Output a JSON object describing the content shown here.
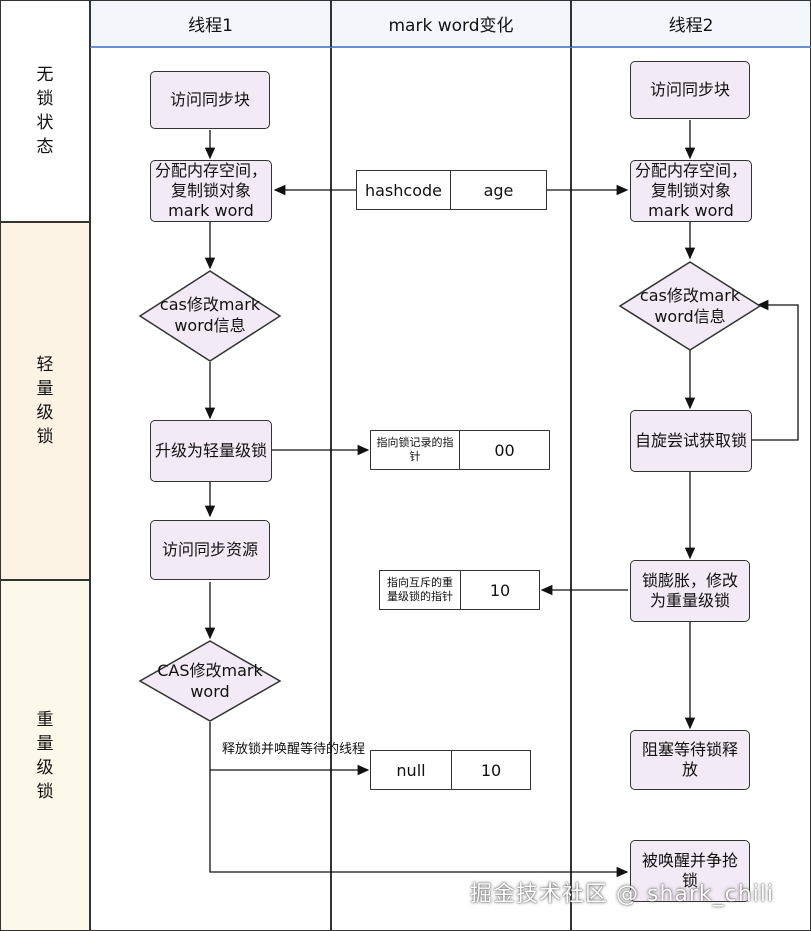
{
  "columns": {
    "thread1": "线程1",
    "markword": "mark word变化",
    "thread2": "线程2"
  },
  "rows": {
    "no_lock": "无锁状态",
    "lightweight": "轻量级锁",
    "heavyweight": "重量级锁"
  },
  "thread1": {
    "access_sync_block": "访问同步块",
    "alloc_copy": "分配内存空间，复制锁对象mark word",
    "cas_modify": "cas修改mark word信息",
    "upgrade_light": "升级为轻量级锁",
    "access_sync_resource": "访问同步资源",
    "cas_modify_upper": "CAS修改mark word",
    "release_note": "释放锁并唤醒等待的线程"
  },
  "markword": {
    "row1": {
      "left": "hashcode",
      "right": "age"
    },
    "row2": {
      "left": "指向锁记录的指针",
      "right": "00"
    },
    "row3": {
      "left": "指向互斥的重量级锁的指针",
      "right": "10"
    },
    "row4": {
      "left": "null",
      "right": "10"
    }
  },
  "thread2": {
    "access_sync_block": "访问同步块",
    "alloc_copy": "分配内存空间，复制锁对象mark word",
    "cas_modify": "cas修改mark word信息",
    "spin_acquire": "自旋尝试获取锁",
    "inflate": "锁膨胀，修改为重量级锁",
    "block_wait": "阻塞等待锁释放",
    "woken_compete": "被唤醒并争抢锁"
  },
  "watermark": "掘金技术社区 @ shark_chili",
  "colors": {
    "box_fill": "#f2eaf4",
    "box_shadow": "#9a7aa8",
    "header_fill": "#f3f6fb",
    "header_accent": "#6a8fd0"
  }
}
